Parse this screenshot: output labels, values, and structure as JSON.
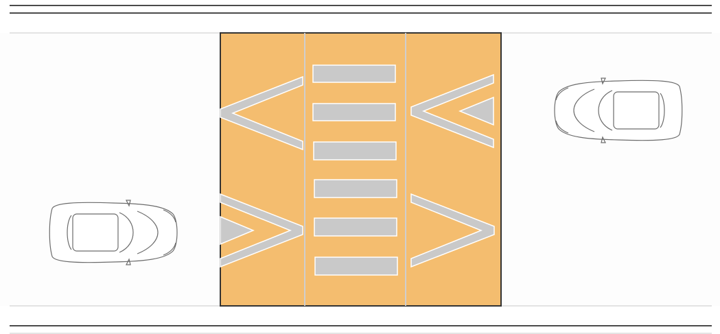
{
  "colors": {
    "background": "#ffffff",
    "road_surface": "#fdfdfd",
    "road_edge_line": "#4a4a4a",
    "road_thin_line": "#c8c8c8",
    "crossing_fill": "#f4bd6f",
    "crossing_border": "#333333",
    "marking_fill": "#c9c9c9",
    "marking_stroke": "#ffffff",
    "lane_divider": "#cfcfcf",
    "car_outline": "#6b6b6b"
  },
  "scene": {
    "crossing": {
      "stripe_count": 6,
      "arrows": [
        "left-outline",
        "left-filled-tip",
        "right-filled-tip",
        "right-outline"
      ]
    },
    "cars": [
      {
        "name": "car-eastbound",
        "heading": "right"
      },
      {
        "name": "car-westbound",
        "heading": "left"
      }
    ]
  }
}
